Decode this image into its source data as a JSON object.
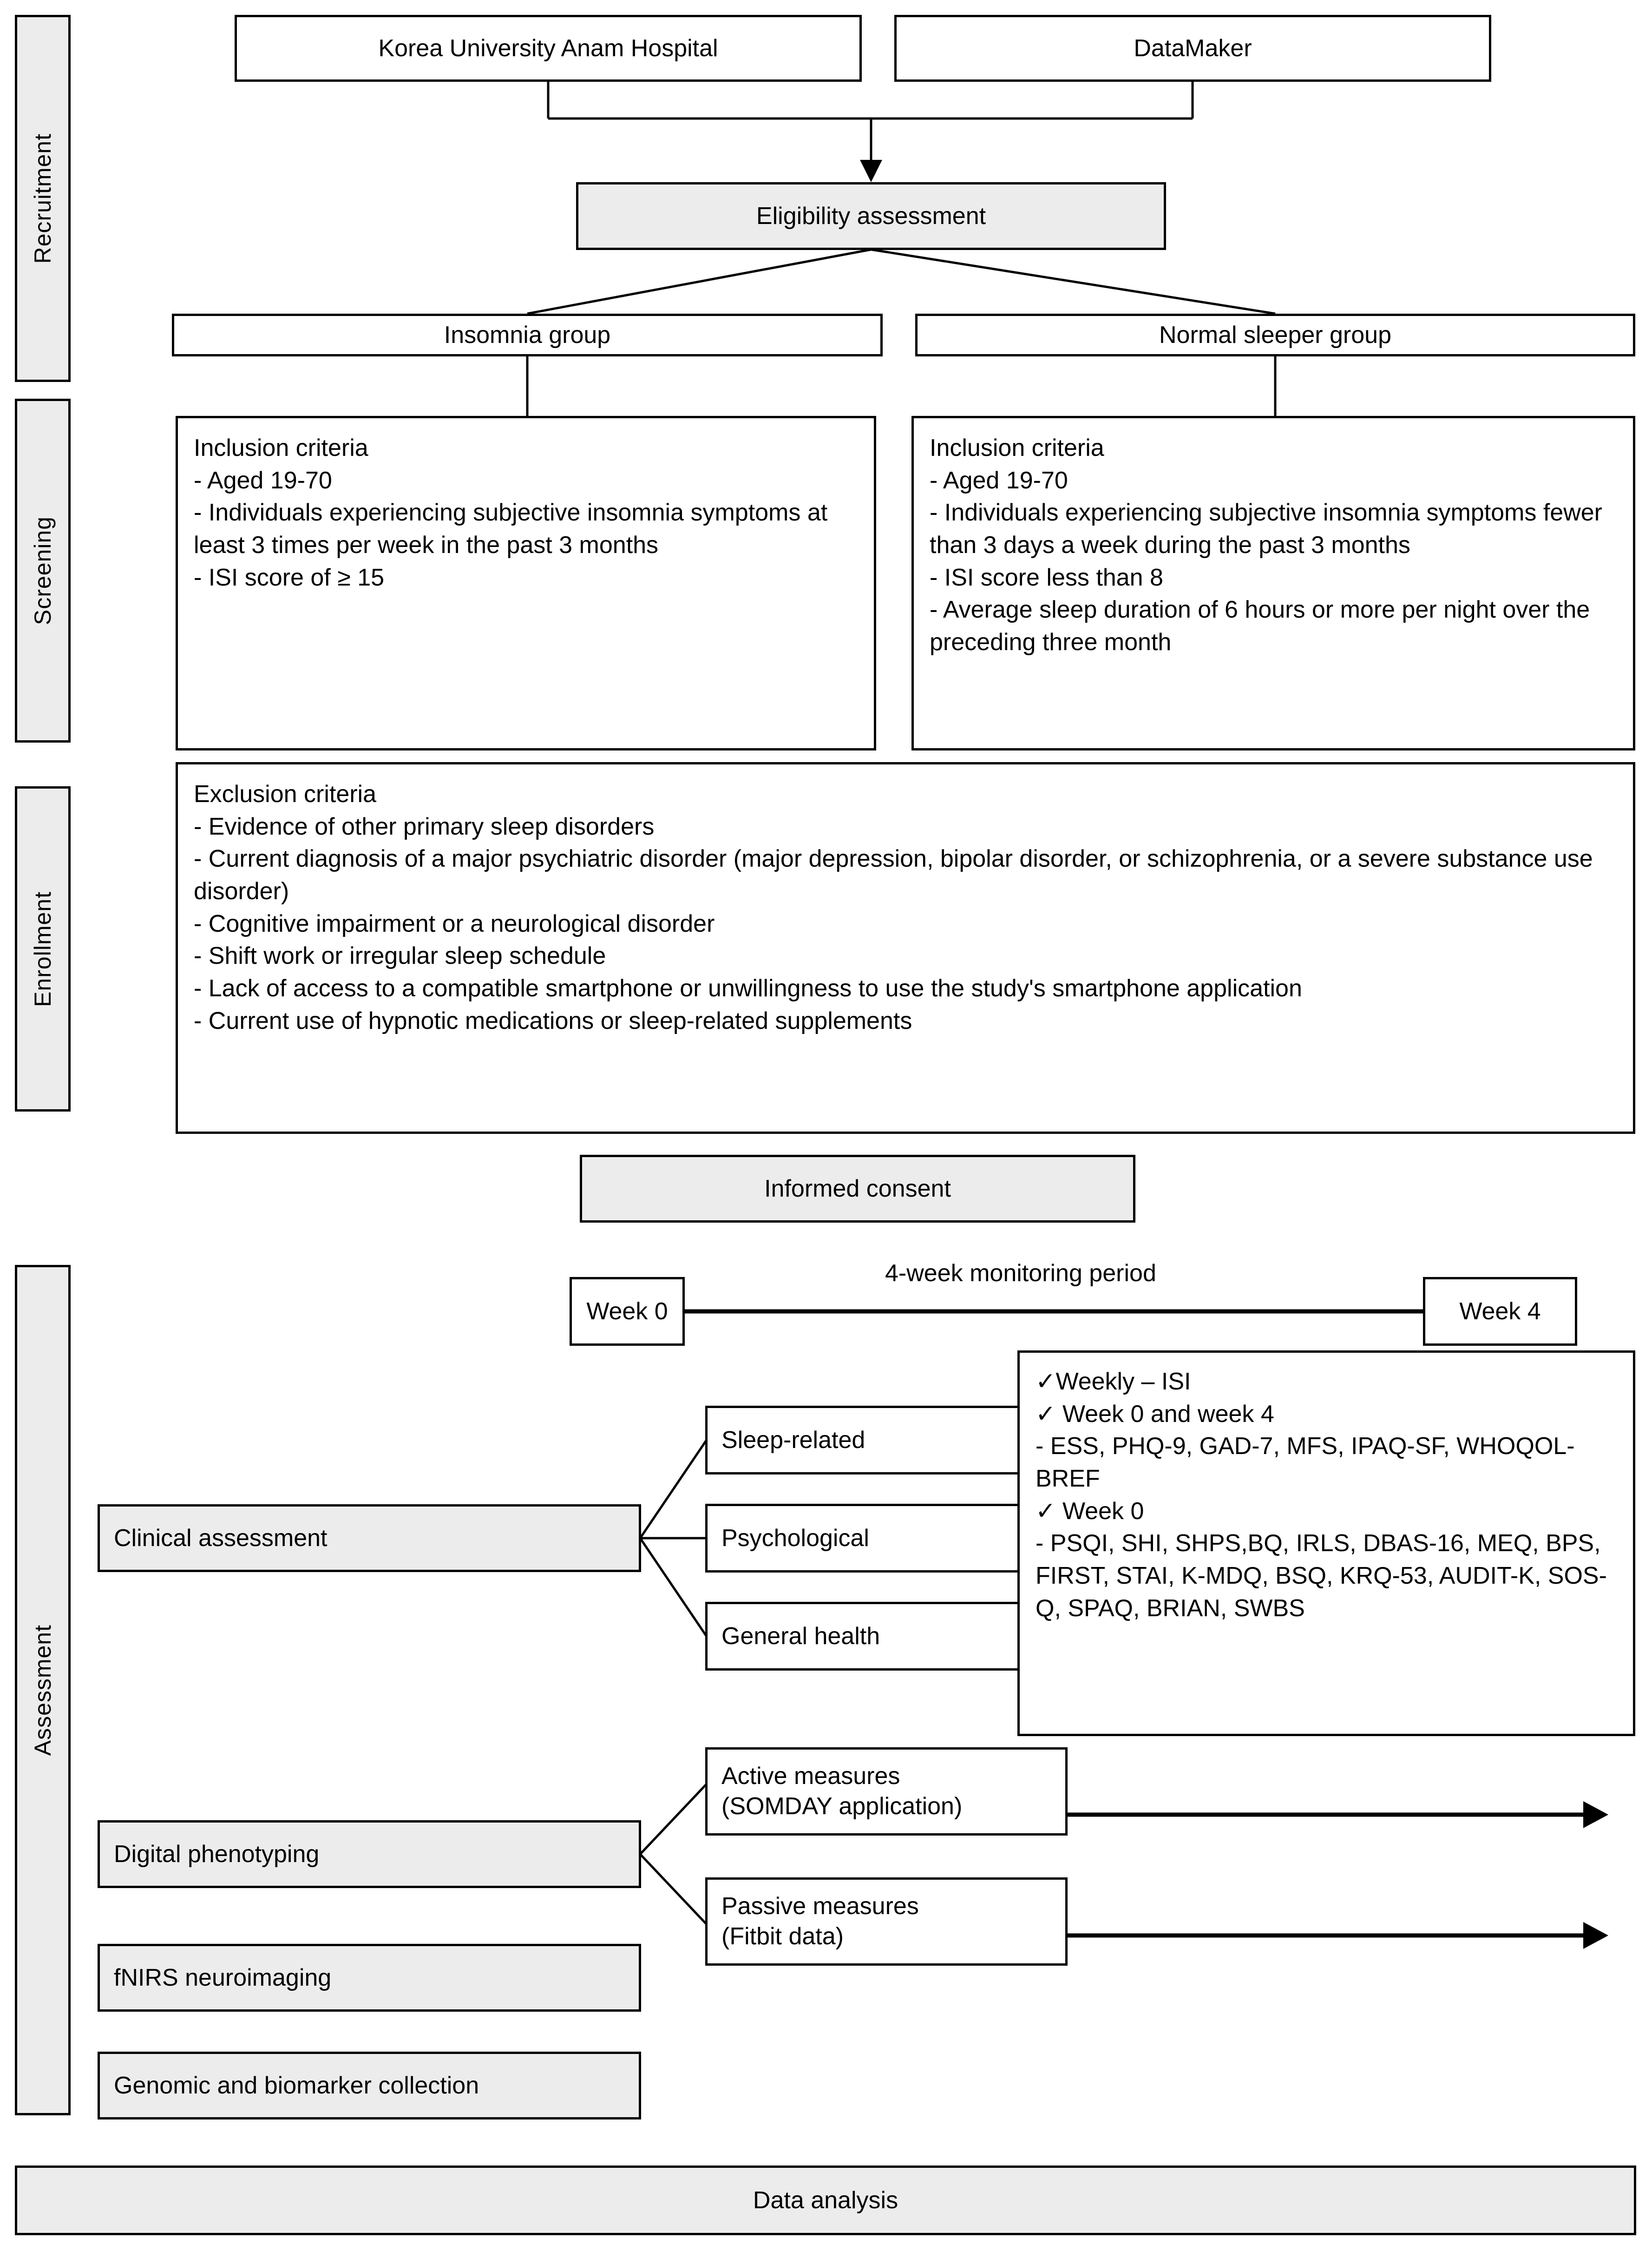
{
  "phases": [
    {
      "label": "Recruitment"
    },
    {
      "label": "Screening"
    },
    {
      "label": "Enrollment"
    },
    {
      "label": "Assessment"
    }
  ],
  "recruitment": {
    "source_hospital": "Korea University Anam Hospital",
    "source_datamaker": "DataMaker",
    "eligibility": "Eligibility assessment",
    "group_insomnia": "Insomnia group",
    "group_normal": "Normal sleeper group"
  },
  "screening": {
    "insomnia_inclusion": "Inclusion criteria\n- Aged 19-70\n- Individuals experiencing subjective insomnia symptoms at least 3 times per week in the past 3 months\n- ISI score of ≥ 15",
    "normal_inclusion": "Inclusion criteria\n- Aged 19-70\n- Individuals experiencing subjective insomnia symptoms fewer than 3 days a week during the past 3 months\n- ISI score less than 8\n- Average sleep duration of 6 hours or more per night over the preceding three month"
  },
  "enrollment": {
    "exclusion": "Exclusion criteria\n- Evidence of other primary sleep disorders\n- Current diagnosis of a major psychiatric disorder (major depression, bipolar disorder, or schizophrenia, or a severe substance use disorder)\n- Cognitive impairment or a neurological disorder\n- Shift work or irregular sleep schedule\n- Lack of access to a compatible smartphone or unwillingness to use the study's smartphone application\n- Current use of hypnotic medications or sleep-related supplements",
    "informed_consent": "Informed consent"
  },
  "timeline": {
    "week_start": "Week 0",
    "week_end": "Week 4",
    "period_label": "4-week monitoring period"
  },
  "assessment": {
    "clinical_assessment": "Clinical assessment",
    "clinical_children": [
      "Sleep-related",
      "Psychological",
      "General health"
    ],
    "instruments_panel": "✓Weekly – ISI\n✓ Week 0 and week 4\n- ESS, PHQ-9, GAD-7, MFS, IPAQ-SF, WHOQOL-BREF\n✓ Week 0\n- PSQI, SHI, SHPS,BQ, IRLS, DBAS-16, MEQ, BPS, FIRST, STAI, K-MDQ, BSQ, KRQ-53, AUDIT-K, SOS-Q, SPAQ, BRIAN, SWBS",
    "digital_phenotyping": "Digital phenotyping",
    "active_measures": "Active measures\n(SOMDAY application)",
    "passive_measures": "Passive measures\n(Fitbit data)",
    "fnirs": "fNIRS neuroimaging",
    "genomic": "Genomic and biomarker collection"
  },
  "analysis": {
    "label": "Data analysis"
  },
  "colors": {
    "shaded_fill": "#ececec",
    "box_fill": "#ffffff",
    "stroke": "#000000"
  }
}
